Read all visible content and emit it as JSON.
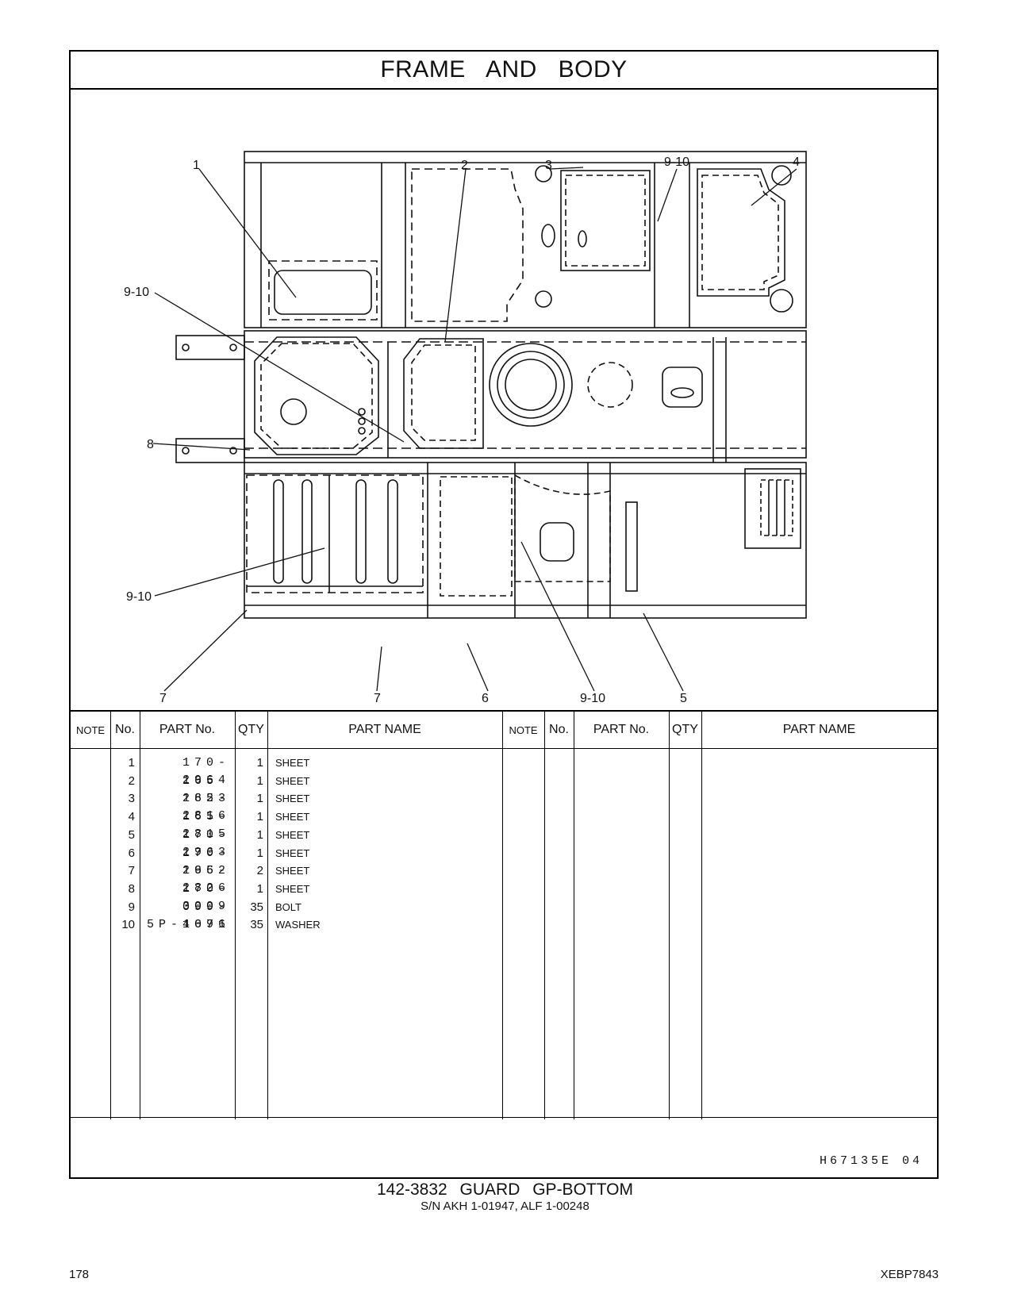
{
  "header": {
    "title": "FRAME AND BODY"
  },
  "callouts": {
    "c1": "1",
    "c2": "2",
    "c3": "3",
    "c910a": "9-10",
    "c4": "4",
    "c910b": "9-10",
    "c8": "8",
    "c910c": "9-10",
    "c7a": "7",
    "c7b": "7",
    "c6": "6",
    "c910d": "9-10",
    "c5": "5"
  },
  "table": {
    "headers": {
      "note": "NOTE",
      "no": "No.",
      "part_no": "PART No.",
      "qty": "QTY",
      "part_name": "PART NAME"
    },
    "rows": [
      {
        "no": "1",
        "part_no": "170-2964",
        "qty": "1",
        "name": "SHEET"
      },
      {
        "no": "2",
        "part_no": "165-2823",
        "qty": "1",
        "name": "SHEET"
      },
      {
        "no": "3",
        "part_no": "165-2816",
        "qty": "1",
        "name": "SHEET"
      },
      {
        "no": "4",
        "part_no": "165-2815",
        "qty": "1",
        "name": "SHEET"
      },
      {
        "no": "5",
        "part_no": "170-2963",
        "qty": "1",
        "name": "SHEET"
      },
      {
        "no": "6",
        "part_no": "170-2962",
        "qty": "1",
        "name": "SHEET"
      },
      {
        "no": "7",
        "part_no": "165-2826",
        "qty": "2",
        "name": "SHEET"
      },
      {
        "no": "8",
        "part_no": "170-3009",
        "qty": "1",
        "name": "SHEET"
      },
      {
        "no": "9",
        "part_no": "099-4691",
        "qty": "35",
        "name": "BOLT"
      },
      {
        "no": "10",
        "part_no": "5P-1076",
        "qty": "35",
        "name": "WASHER"
      }
    ]
  },
  "footer": {
    "drawing_id": "H67135E  04",
    "group_title": "142-3832  GUARD  GP-BOTTOM",
    "serial_numbers": "S/N AKH 1-01947, ALF 1-00248",
    "page_number": "178",
    "doc_code": "XEBP7843"
  }
}
